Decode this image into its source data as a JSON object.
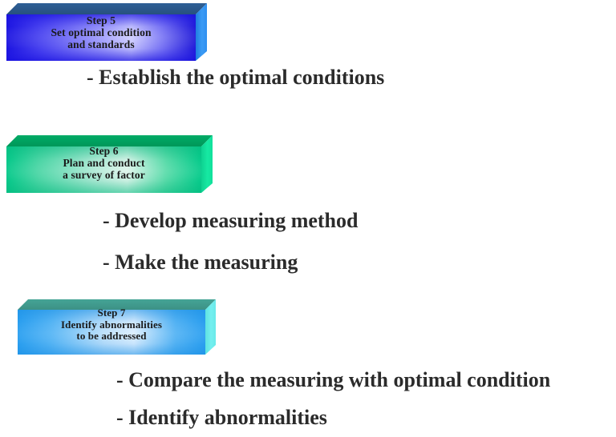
{
  "diagram": {
    "title": "Steps 5-7 process boxes with action bullets",
    "background_color": "#ffffff",
    "boxes": [
      {
        "id": "step5",
        "step_label": "Step 5",
        "description": "Set optimal condition\nand standards",
        "full_text": "Step 5\nSet optimal condition\nand standards",
        "front_gradient_edge_color": "#1a12e0",
        "front_gradient_center_color": "#c8c8ff",
        "top_face_color": "#2c5b8e",
        "side_face_color": "#2f8ff0",
        "text_color": "#1a1a1a"
      },
      {
        "id": "step6",
        "step_label": "Step 6",
        "description": "Plan and conduct\na survey of factor",
        "full_text": "Step 6\nPlan and conduct\na survey of factor",
        "front_gradient_edge_color": "#05c98a",
        "front_gradient_center_color": "#d6f2e8",
        "top_face_color": "#00a05e",
        "side_face_color": "#13e49c",
        "text_color": "#1a1a1a"
      },
      {
        "id": "step7",
        "step_label": "Step 7",
        "description": "Identify abnormalities\nto be addressed",
        "full_text": "Step 7\nIdentify abnormalities\nto be addressed",
        "front_gradient_edge_color": "#2a9ff0",
        "front_gradient_center_color": "#d4eaff",
        "top_face_color": "#3f9b8e",
        "side_face_color": "#66e8e8",
        "text_color": "#1a1a1a"
      }
    ],
    "bullets": [
      {
        "id": "establish",
        "text": "- Establish the optimal conditions"
      },
      {
        "id": "develop",
        "text": "- Develop measuring method"
      },
      {
        "id": "make",
        "text": "- Make the measuring"
      },
      {
        "id": "compare",
        "text": "- Compare the measuring with optimal condition"
      },
      {
        "id": "identify",
        "text": "- Identify abnormalities"
      }
    ],
    "bullet_text_color": "#2b2b2b"
  }
}
